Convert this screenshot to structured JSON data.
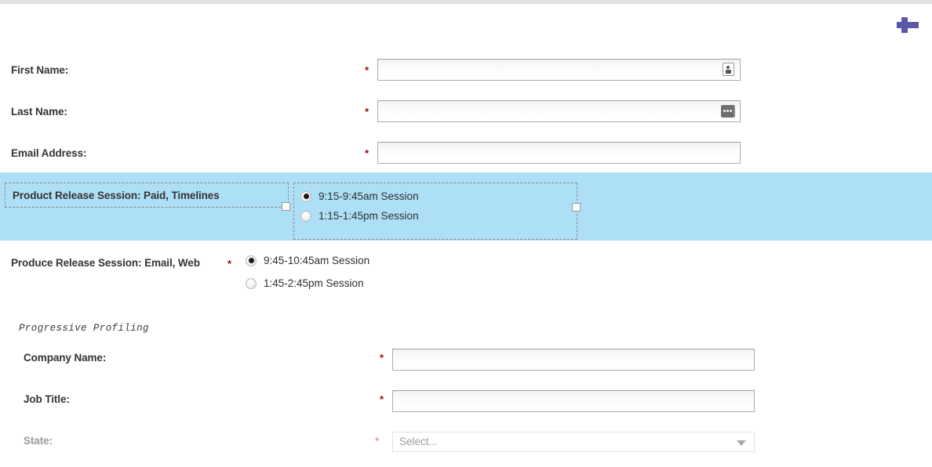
{
  "window": {
    "top_bar_color": "#e1e1e1",
    "background_color": "#ffffff"
  },
  "toolbar": {
    "add_icon_name": "plus-icon",
    "add_icon_color": "#5a57a6"
  },
  "form": {
    "required_marker": "*",
    "fields": [
      {
        "id": "first-name",
        "label": "First Name:",
        "value": "",
        "placeholder": "",
        "required": true,
        "inline_icon": "contact-card-icon"
      },
      {
        "id": "last-name",
        "label": "Last Name:",
        "value": "",
        "placeholder": "",
        "required": true,
        "inline_icon": "password-key-icon"
      },
      {
        "id": "email-address",
        "label": "Email Address:",
        "value": "",
        "placeholder": "",
        "required": true,
        "inline_icon": ""
      }
    ]
  },
  "highlighted_section": {
    "background_color": "#ade0f7",
    "selected": true,
    "label": "Product Release Session: Paid, Timelines",
    "radio_group": {
      "name": "product-release-session",
      "options": [
        {
          "label": "9:15-9:45am Session",
          "checked": true
        },
        {
          "label": "1:15-1:45pm Session",
          "checked": false
        }
      ]
    }
  },
  "second_session": {
    "label": "Produce Release Session: Email, Web",
    "required": true,
    "required_marker": "*",
    "radio_group": {
      "name": "produce-release-session",
      "options": [
        {
          "label": "9:45-10:45am Session",
          "checked": true
        },
        {
          "label": "1:45-2:45pm Session",
          "checked": false
        }
      ]
    }
  },
  "progressive_profiling": {
    "caption": "Progressive Profiling",
    "fields": [
      {
        "id": "company-name",
        "label": "Company Name:",
        "value": "",
        "required": true,
        "type": "text"
      },
      {
        "id": "job-title",
        "label": "Job Title:",
        "value": "",
        "required": true,
        "type": "text"
      },
      {
        "id": "state",
        "label": "State:",
        "value": "Select...",
        "required": true,
        "type": "select",
        "disabled": true
      }
    ]
  }
}
